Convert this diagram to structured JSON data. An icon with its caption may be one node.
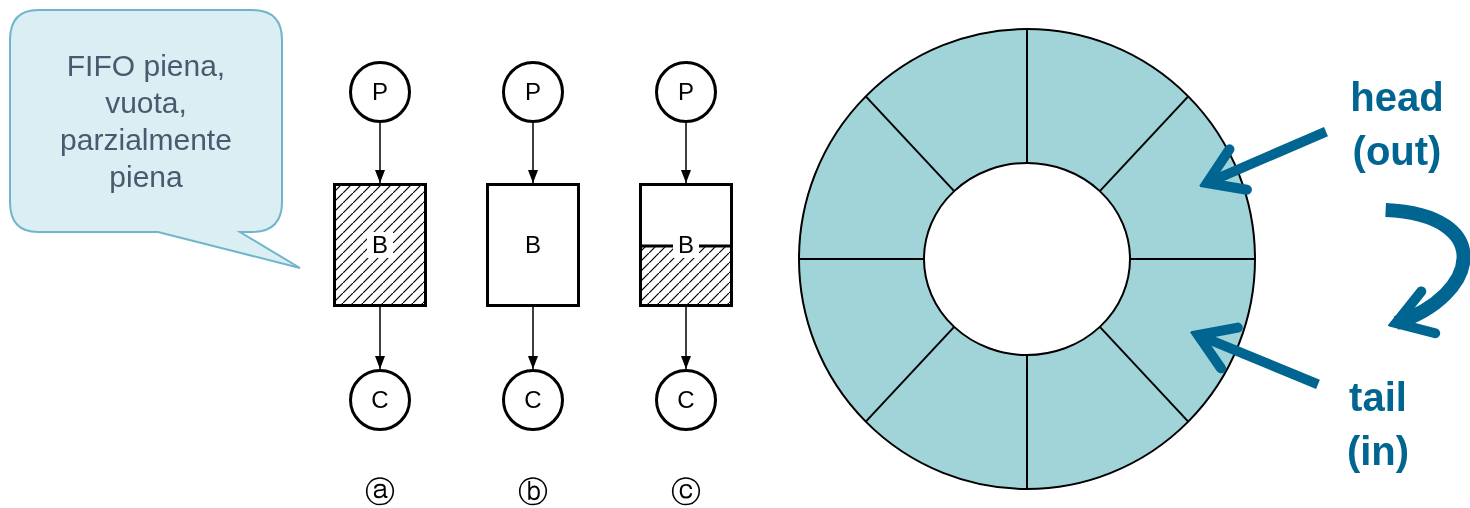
{
  "diagram": {
    "nodes": [
      {
        "text": [
          "FIFO piena, vuota, parzialmente piena"
        ]
      },
      {
        "text": [
          "P"
        ]
      },
      {
        "text": [
          "B"
        ]
      },
      {
        "text": [
          "C"
        ]
      },
      {
        "text": [
          "P"
        ]
      },
      {
        "text": [
          "B"
        ]
      },
      {
        "text": [
          "C"
        ]
      },
      {
        "text": [
          "P"
        ]
      },
      {
        "text": [
          "B"
        ]
      },
      {
        "text": [
          "C"
        ]
      },
      {
        "text": [],
        "shape": "circle"
      },
      {
        "text": [
          "head (out)"
        ]
      },
      {
        "text": [
          "tail (in)"
        ]
      }
    ],
    "edges": [
      {
        "from": 1,
        "to": 2,
        "arrow": "to"
      },
      {
        "from": 2,
        "to": 3,
        "arrow": "to"
      },
      {
        "from": 4,
        "to": 5,
        "arrow": "to"
      },
      {
        "from": 5,
        "to": 6,
        "arrow": "to"
      },
      {
        "from": 7,
        "to": 8,
        "arrow": "to"
      },
      {
        "from": 8,
        "to": 9,
        "arrow": "to"
      },
      {
        "from": 11,
        "to": 10,
        "arrow": "to",
        "style": "thick",
        "color": "#006590"
      },
      {
        "from": 12,
        "to": 10,
        "arrow": "to",
        "style": "thick",
        "color": "#006590"
      },
      {
        "from": 11,
        "to": 12,
        "arrow": "to",
        "style": "thick",
        "color": "#006590"
      }
    ],
    "labels": [
      "ⓐ",
      "ⓑ",
      "ⓒ"
    ]
  }
}
